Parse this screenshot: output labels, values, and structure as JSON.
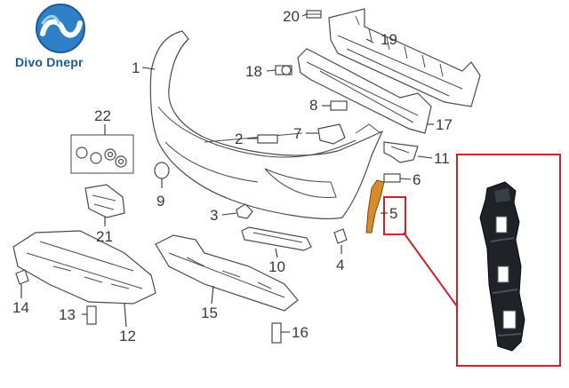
{
  "logo": {
    "text": "Divo Dnepr"
  },
  "callouts": {
    "c1": "1",
    "c2": "2",
    "c3": "3",
    "c4": "4",
    "c5": "5",
    "c6": "6",
    "c7": "7",
    "c8": "8",
    "c9": "9",
    "c10": "10",
    "c11": "11",
    "c12": "12",
    "c13": "13",
    "c14": "14",
    "c15": "15",
    "c16": "16",
    "c17": "17",
    "c18": "18",
    "c19": "19",
    "c20": "20",
    "c21": "21",
    "c22": "22"
  },
  "colors": {
    "highlight": "#d0202a",
    "part_orange": "#d98a2b",
    "logo_blue": "#1c5a9c"
  }
}
